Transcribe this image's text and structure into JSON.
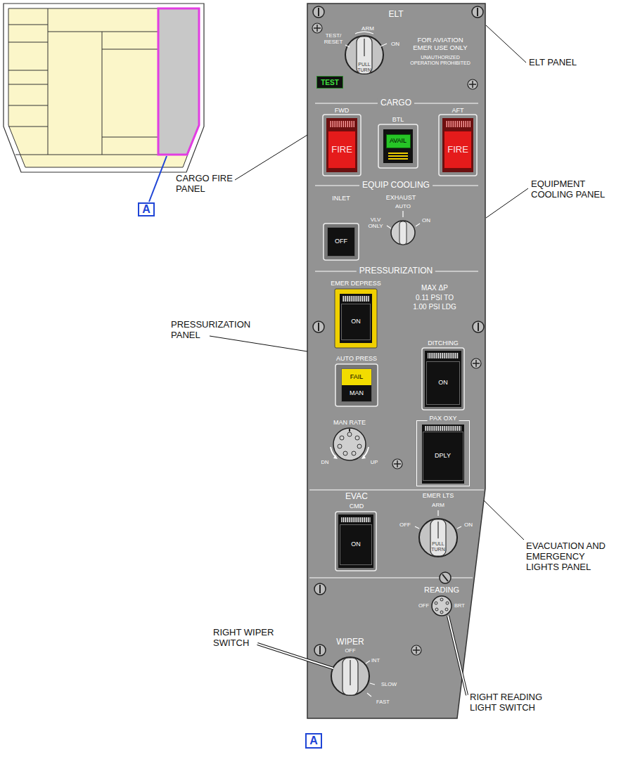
{
  "diagram": {
    "nodes": [
      {
        "text": [
          "A"
        ]
      },
      {
        "text": [
          "TEST"
        ]
      },
      {
        "text": [
          "FIRE"
        ]
      },
      {
        "text": [
          "AVAIL"
        ]
      },
      {
        "text": [
          "FIRE"
        ]
      },
      {
        "text": [
          "OFF"
        ]
      },
      {
        "text": [
          "ON"
        ]
      },
      {
        "text": [
          "FAIL",
          "MAN"
        ]
      },
      {
        "text": [
          "ON"
        ]
      },
      {
        "text": [
          "PAX OXY"
        ]
      },
      {
        "text": [
          "DPLY"
        ],
        "in": 9
      },
      {
        "text": [
          "ON"
        ]
      },
      {
        "text": [
          "A"
        ]
      }
    ],
    "labels": [
      "ELT",
      "ARM",
      "TEST/ RESET",
      "ON",
      "PULL TURN",
      "FOR AVIATION EMER USE ONLY",
      "UNAUTHORIZED OPERATION PROHIBITED",
      "ELT PANEL",
      "CARGO",
      "FWD",
      "BTL",
      "AFT",
      "CARGO FIRE PANEL",
      "EQUIP COOLING",
      "INLET",
      "EXHAUST",
      "AUTO",
      "VLV ONLY",
      "ON",
      "EQUIPMENT COOLING PANEL",
      "PRESSURIZATION",
      "EMER DEPRESS",
      "MAX ΔP",
      "0.11 PSI TO",
      "1.00 PSI LDG",
      "PRESSURIZATION PANEL",
      "DITCHING",
      "AUTO PRESS",
      "MAN RATE",
      "DN",
      "UP",
      "EVAC",
      "CMD",
      "EMER LTS",
      "ARM",
      "OFF",
      "ON",
      "PULL TURN",
      "EVACUATION AND EMERGENCY LIGHTS PANEL",
      "READING",
      "OFF",
      "BRT",
      "WIPER",
      "OFF",
      "INT",
      "SLOW",
      "FAST",
      "RIGHT WIPER SWITCH",
      "RIGHT READING LIGHT SWITCH"
    ]
  }
}
